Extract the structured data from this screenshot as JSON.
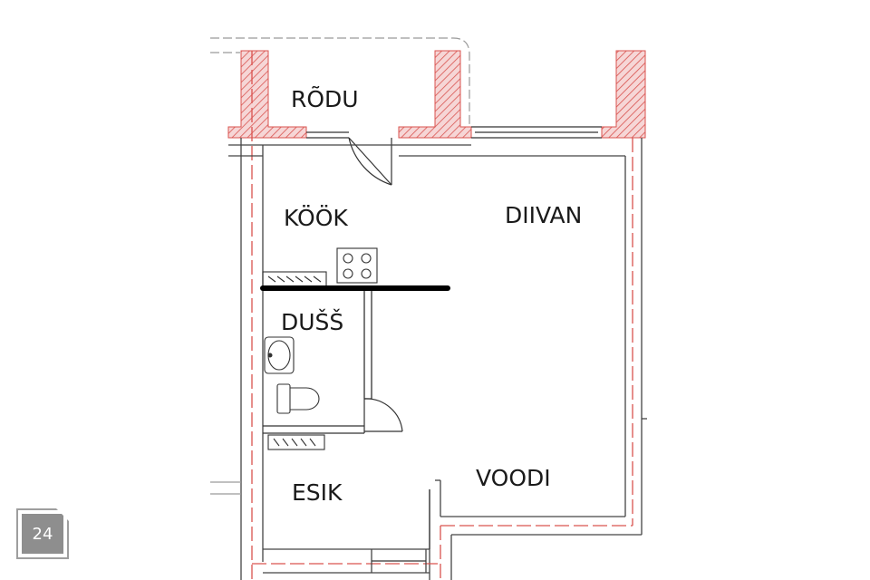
{
  "rooms": {
    "rodu": "RÕDU",
    "kook": "KÖÖK",
    "diivan": "DIIVAN",
    "duss": "DUŠŠ",
    "esik": "ESIK",
    "voodi": "VOODI"
  },
  "page_badge": "24",
  "colors": {
    "wall_hatch": "#d9534f",
    "line": "#333333",
    "partition": "#000000"
  }
}
